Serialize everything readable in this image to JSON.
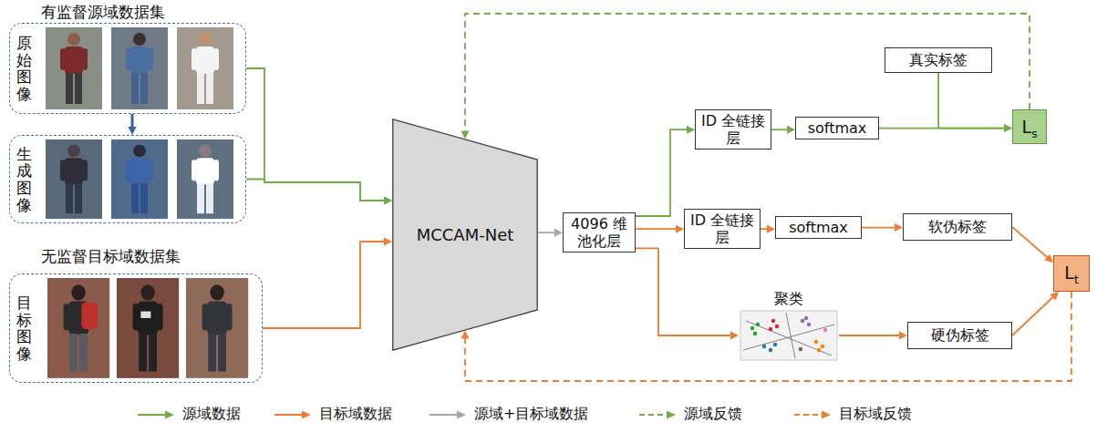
{
  "diagram": {
    "nodes": [
      {
        "text": [
          "原始图像"
        ]
      },
      {
        "text": [
          "生成图像"
        ]
      },
      {
        "text": [
          "目标图像"
        ]
      },
      {
        "text": [
          "MCCAM-Net"
        ]
      },
      {
        "text": [
          "4096 维 池化层"
        ]
      },
      {
        "text": [
          "ID 全链接层"
        ]
      },
      {
        "text": [
          "softmax"
        ]
      },
      {
        "text": [
          "真实标签"
        ]
      },
      {
        "text": [
          "L",
          "s"
        ]
      },
      {
        "text": [
          "ID 全链接层"
        ]
      },
      {
        "text": [
          "softmax"
        ]
      },
      {
        "text": [
          "软伪标签"
        ]
      },
      {
        "text": [
          "聚类"
        ]
      },
      {
        "text": [
          "硬伪标签"
        ]
      },
      {
        "text": [
          "L",
          "t"
        ]
      }
    ],
    "edges": [
      {
        "from": 0,
        "to": 1,
        "arrow": "to"
      },
      {
        "from": 0,
        "to": 3,
        "arrow": "to"
      },
      {
        "from": 1,
        "to": 3,
        "arrow": "to"
      },
      {
        "from": 2,
        "to": 3,
        "arrow": "to"
      },
      {
        "from": 3,
        "to": 4,
        "arrow": "to"
      },
      {
        "from": 4,
        "to": 5,
        "arrow": "to"
      },
      {
        "from": 5,
        "to": 6,
        "arrow": "to"
      },
      {
        "from": 6,
        "to": 8,
        "arrow": "to"
      },
      {
        "from": 7,
        "to": 8,
        "arrow": "to"
      },
      {
        "from": 4,
        "to": 9,
        "arrow": "to"
      },
      {
        "from": 9,
        "to": 10,
        "arrow": "to"
      },
      {
        "from": 10,
        "to": 11,
        "arrow": "to"
      },
      {
        "from": 4,
        "to": 12,
        "arrow": "to"
      },
      {
        "from": 11,
        "to": 14,
        "arrow": "to"
      },
      {
        "from": 12,
        "to": 13,
        "arrow": "to"
      },
      {
        "from": 13,
        "to": 14,
        "arrow": "to"
      },
      {
        "from": 8,
        "to": 3,
        "arrow": "to"
      },
      {
        "from": 14,
        "to": 3,
        "arrow": "to"
      }
    ],
    "labels": [
      "有监督源域数据集",
      "无监督目标域数据集"
    ],
    "legend": [
      {
        "text": "源域数据"
      },
      {
        "text": "目标域数据"
      },
      {
        "text": "源域+目标域数据"
      },
      {
        "text": "源域反馈"
      },
      {
        "text": "目标域反馈"
      }
    ]
  }
}
